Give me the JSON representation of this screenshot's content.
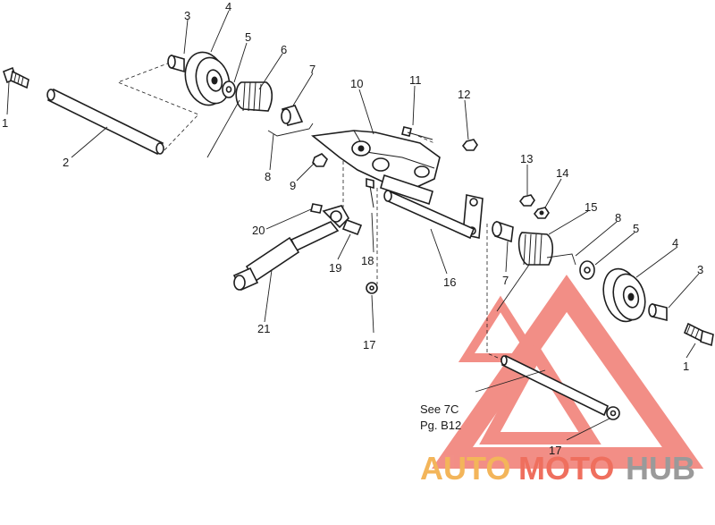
{
  "labels": {
    "l1a": "1",
    "l1b": "1",
    "l2": "2",
    "l3a": "3",
    "l3b": "3",
    "l4a": "4",
    "l4b": "4",
    "l5a": "5",
    "l5b": "5",
    "l6": "6",
    "l7a": "7",
    "l7b": "7",
    "l8a": "8",
    "l8b": "8",
    "l9": "9",
    "l10": "10",
    "l11": "11",
    "l12": "12",
    "l13": "13",
    "l14": "14",
    "l15": "15",
    "l16": "16",
    "l17a": "17",
    "l17b": "17",
    "l18": "18",
    "l19": "19",
    "l20": "20",
    "l21": "21"
  },
  "note": {
    "line1": "See 7C",
    "line2": "Pg. B12"
  },
  "watermark": {
    "text_auto": "AUTO",
    "text_moto": "MOTO",
    "text_hub": "HUB",
    "color_auto": "#f3b55a",
    "color_moto": "#ef6f5e",
    "color_hub": "#9a9a9a",
    "color_logo": "#f07b72"
  }
}
